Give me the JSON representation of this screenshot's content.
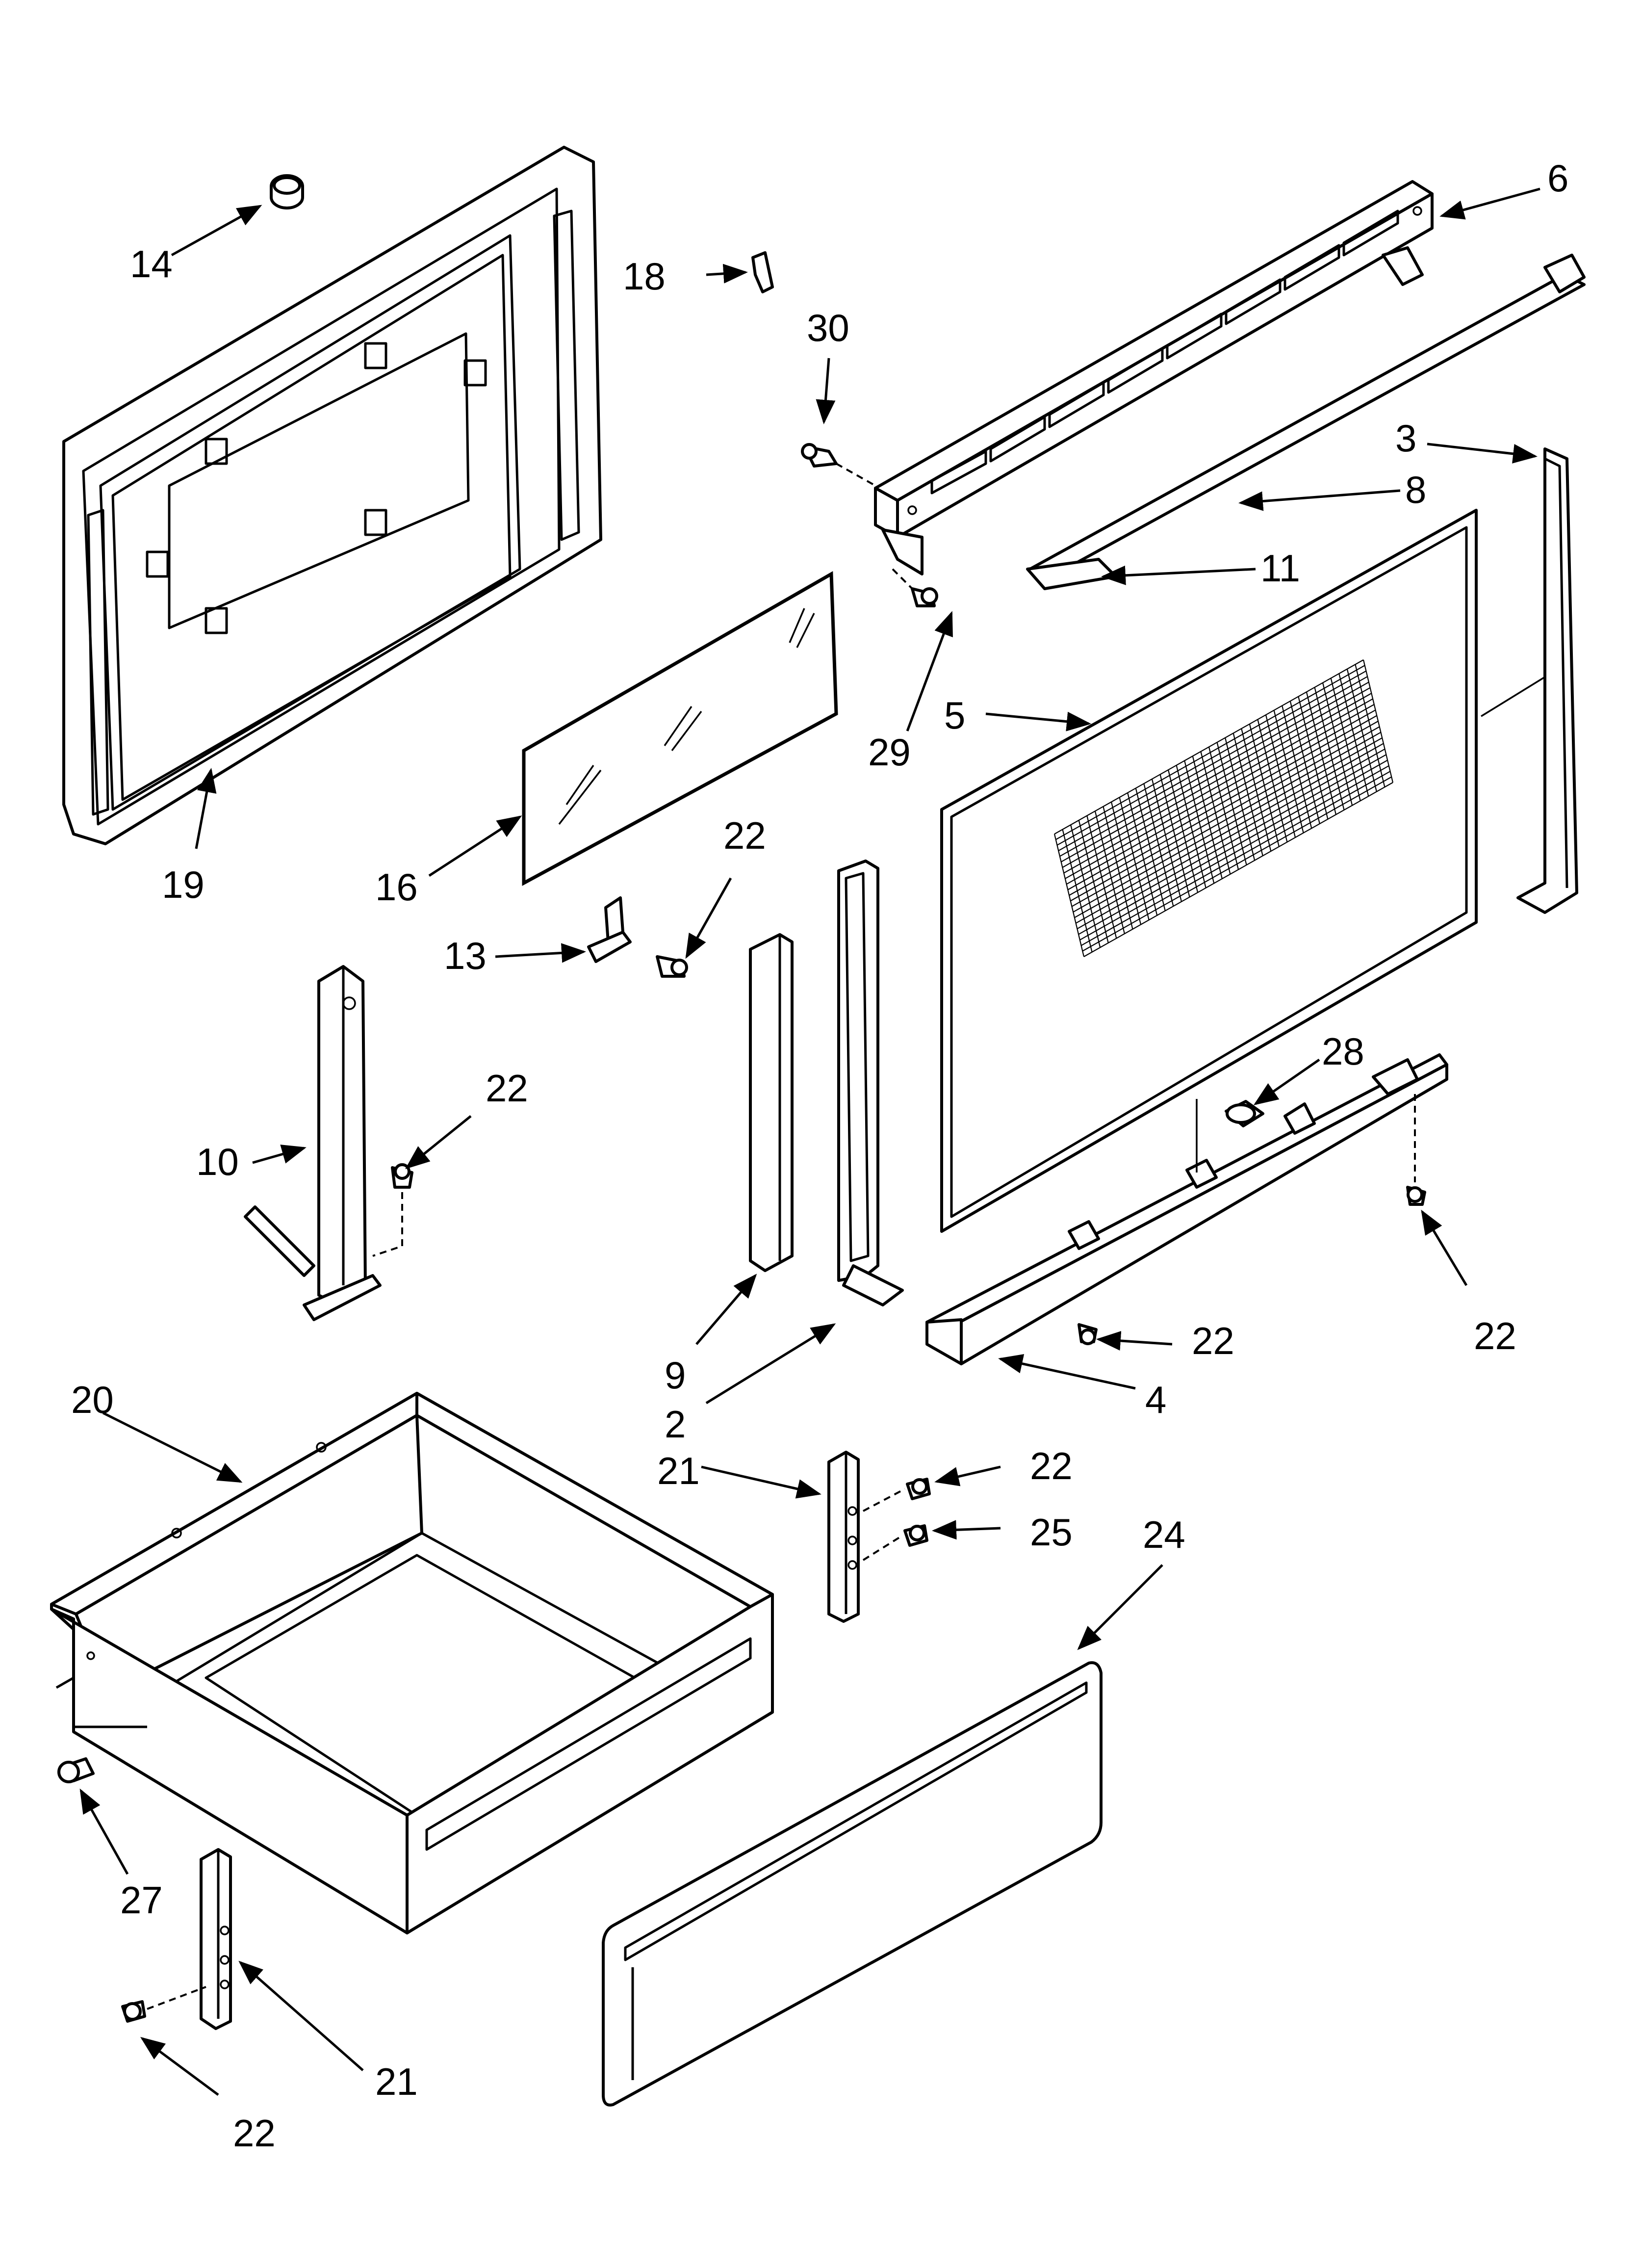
{
  "diagram": {
    "callouts": [
      {
        "id": "c-14",
        "text": "14"
      },
      {
        "id": "c-18",
        "text": "18"
      },
      {
        "id": "c-30",
        "text": "30"
      },
      {
        "id": "c-6",
        "text": "6"
      },
      {
        "id": "c-3",
        "text": "3"
      },
      {
        "id": "c-8",
        "text": "8"
      },
      {
        "id": "c-11",
        "text": "11"
      },
      {
        "id": "c-29",
        "text": "29"
      },
      {
        "id": "c-5",
        "text": "5"
      },
      {
        "id": "c-19",
        "text": "19"
      },
      {
        "id": "c-16",
        "text": "16"
      },
      {
        "id": "c-22a",
        "text": "22"
      },
      {
        "id": "c-13",
        "text": "13"
      },
      {
        "id": "c-22b",
        "text": "22"
      },
      {
        "id": "c-10",
        "text": "10"
      },
      {
        "id": "c-28",
        "text": "28"
      },
      {
        "id": "c-22c",
        "text": "22"
      },
      {
        "id": "c-22d",
        "text": "22"
      },
      {
        "id": "c-9",
        "text": "9"
      },
      {
        "id": "c-2",
        "text": "2"
      },
      {
        "id": "c-4",
        "text": "4"
      },
      {
        "id": "c-20",
        "text": "20"
      },
      {
        "id": "c-21a",
        "text": "21"
      },
      {
        "id": "c-22e",
        "text": "22"
      },
      {
        "id": "c-25",
        "text": "25"
      },
      {
        "id": "c-24",
        "text": "24"
      },
      {
        "id": "c-27",
        "text": "27"
      },
      {
        "id": "c-21b",
        "text": "21"
      },
      {
        "id": "c-22f",
        "text": "22"
      }
    ]
  }
}
